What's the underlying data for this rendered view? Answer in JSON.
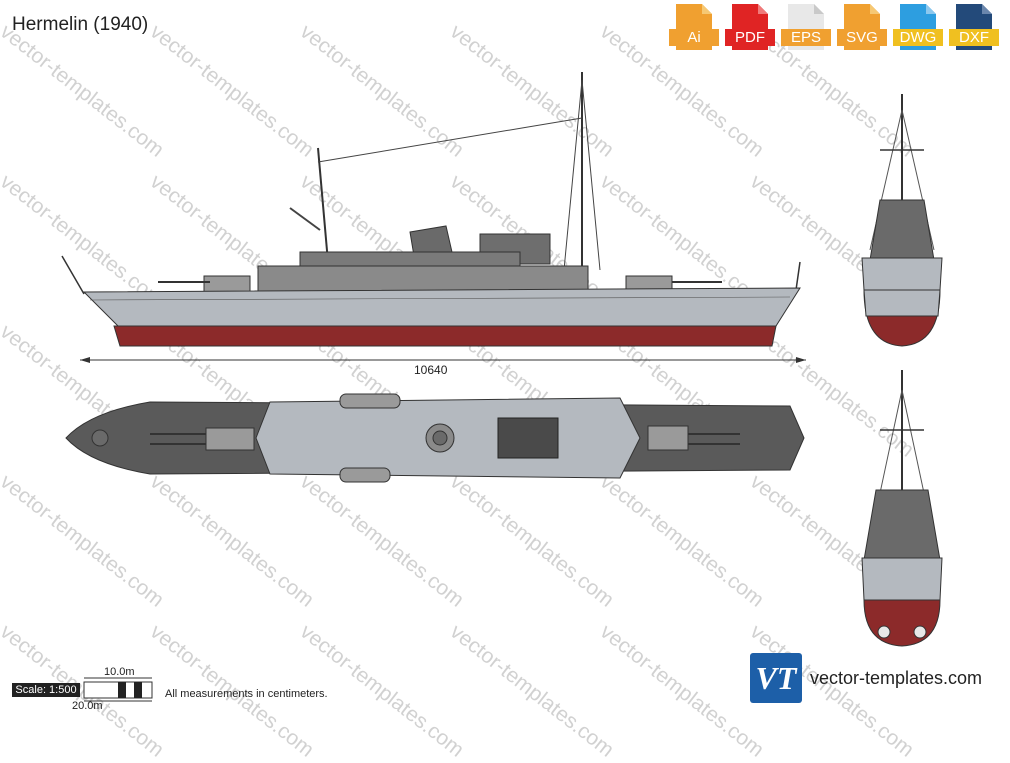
{
  "title": "Hermelin (1940)",
  "formats": [
    {
      "label": "Ai",
      "color": "#f0a030",
      "icon": "ai-file-icon"
    },
    {
      "label": "PDF",
      "color": "#e02424",
      "icon": "pdf-file-icon"
    },
    {
      "label": "EPS",
      "color": "#f0a030",
      "icon": "eps-file-icon"
    },
    {
      "label": "SVG",
      "color": "#f0a030",
      "icon": "svg-file-icon"
    },
    {
      "label": "DWG",
      "color": "#2d9ee0",
      "icon": "dwg-file-icon"
    },
    {
      "label": "DXF",
      "color": "#234a7a",
      "icon": "dxf-file-icon"
    }
  ],
  "dimension": "10640",
  "scale": {
    "label": "Scale: 1:500",
    "small": "10.0m",
    "large": "20.0m"
  },
  "note": "All measurements in centimeters.",
  "brand": {
    "logo": "VT",
    "name": "vector-templates.com"
  },
  "watermark": "vector-templates.com",
  "colors": {
    "hull_grey": "#b4b9bf",
    "deck_dark": "#5a5a5a",
    "red": "#8c2a2a"
  }
}
